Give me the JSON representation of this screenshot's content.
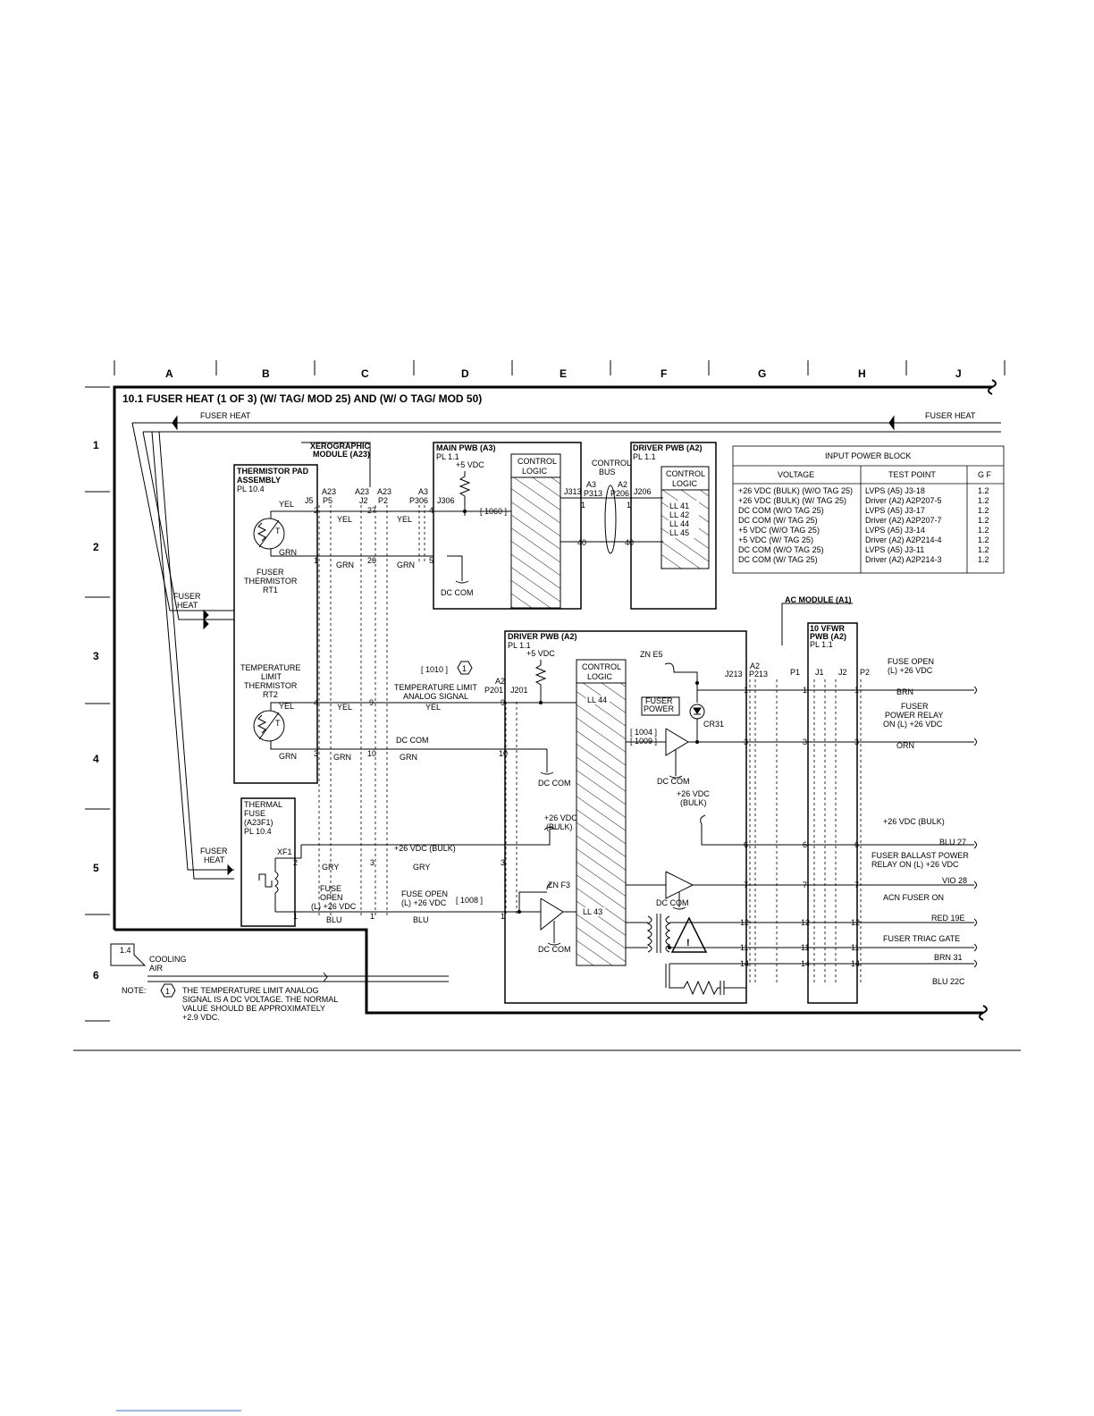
{
  "grid": {
    "columns": [
      "A",
      "B",
      "C",
      "D",
      "E",
      "F",
      "G",
      "H",
      "J"
    ],
    "rows": [
      "1",
      "2",
      "3",
      "4",
      "5",
      "6"
    ]
  },
  "title": "10.1  FUSER HEAT (1 OF 3) (W/ TAG/ MOD 25) AND (W/ O TAG/ MOD 50)",
  "labels": {
    "fuser_heat_left": "FUSER HEAT",
    "fuser_heat_right": "FUSER HEAT",
    "fuser_heat_mid1": "FUSER",
    "fuser_heat_mid2": "HEAT",
    "fuser_heat_low1": "FUSER",
    "fuser_heat_low2": "HEAT"
  },
  "xerographic": {
    "line1": "XEROGRAPHIC",
    "line2": "MODULE (A23)"
  },
  "thermistor_pad": {
    "line1": "THERMISTOR PAD",
    "line2": "ASSEMBLY",
    "pl": "PL 10.4",
    "rt1_1": "FUSER",
    "rt1_2": "THERMISTOR",
    "rt1_3": "RT1",
    "rt2_1": "TEMPERATURE",
    "rt2_2": "LIMIT",
    "rt2_3": "THERMISTOR",
    "rt2_4": "RT2",
    "t": "T"
  },
  "thermal_fuse": {
    "line1": "THERMAL",
    "line2": "FUSE",
    "line3": "(A23F1)",
    "pl": "PL 10.4",
    "xf1": "XF1"
  },
  "connectors": {
    "j5": "J5",
    "a23p5_1": "A23",
    "a23p5_2": "P5",
    "a23j2_1": "A23",
    "a23j2_2": "J2",
    "a23p2_1": "A23",
    "a23p2_2": "P2",
    "a3p306_1": "A3",
    "a3p306_2": "P306",
    "j306": "J306",
    "j313": "J313",
    "a3p313_1": "A3",
    "a3p313_2": "P313",
    "a2p206_1": "A2",
    "a2p206_2": "P206",
    "j206": "J206",
    "a2p201_1": "A2",
    "a2p201_2": "P201",
    "j201": "J201",
    "j213": "J213",
    "a2p213_1": "A2",
    "a2p213_2": "P213",
    "p1": "P1",
    "j1": "J1",
    "j2": "J2",
    "p2": "P2"
  },
  "main_pwb": {
    "line1": "MAIN PWB (A3)",
    "pl": "PL 1.1",
    "vdc": "+5 VDC",
    "ref": "[ 1060 ]",
    "dc_com": "DC COM",
    "cl1": "CONTROL",
    "cl2": "LOGIC"
  },
  "control_bus": {
    "line1": "CONTROL",
    "line2": "BUS"
  },
  "driver_pwb_top": {
    "line1": "DRIVER PWB (A2)",
    "pl": "PL 1.1",
    "cl1": "CONTROL",
    "cl2": "LOGIC",
    "ll41": "LL 41",
    "ll42": "LL 42",
    "ll44": "LL 44",
    "ll45": "LL 45"
  },
  "pins": {
    "p2a": "2",
    "p1a": "1",
    "p27": "27",
    "p26": "26",
    "p4a": "4",
    "p5a": "5",
    "p1b": "1",
    "p40a": "40",
    "p1c": "1",
    "p40b": "40",
    "p4b": "4",
    "p3b": "3",
    "p9a": "9",
    "p10a": "10",
    "p9b": "9",
    "p10b": "10",
    "p2c": "2",
    "p1d": "1",
    "p3c": "3",
    "p1e": "1",
    "p3d": "3",
    "p1f": "1",
    "r1a": "1",
    "r1b": "1",
    "r1c": "1",
    "r3a": "3",
    "r3b": "3",
    "r3c": "3",
    "r6a": "6",
    "r6b": "6",
    "r6c": "6",
    "r7a": "7",
    "r7b": "7",
    "r7c": "7",
    "r12a": "12",
    "r12b": "12",
    "r12c": "12",
    "r11a": "11",
    "r11b": "11",
    "r11c": "11",
    "r14a": "14",
    "r14b": "14",
    "r14c": "14"
  },
  "wires": {
    "yel1": "YEL",
    "yel2": "YEL",
    "yel3": "YEL",
    "grn1": "GRN",
    "grn2": "GRN",
    "grn3": "GRN",
    "yel4": "YEL",
    "yel5": "YEL",
    "yel6": "YEL",
    "grn4": "GRN",
    "grn5": "GRN",
    "grn6": "GRN",
    "gry1": "GRY",
    "gry2": "GRY",
    "blu1": "BLU",
    "blu2": "BLU"
  },
  "signals": {
    "ref1010": "[ 1010 ]",
    "note1": "1",
    "tl1": "TEMPERATURE LIMIT",
    "tl2": "ANALOG SIGNAL",
    "dccom1": "DC COM",
    "dccom2": "DC COM",
    "vdc26bulk": "+26 VDC (BULK)",
    "fo1": "FUSE",
    "fo2": "OPEN",
    "fo3": "(L) +26 VDC",
    "fo4": "FUSE OPEN",
    "fo5": "(L) +26 VDC",
    "ref1008": "[ 1008 ]"
  },
  "driver_pwb_bottom": {
    "line1": "DRIVER PWB (A2)",
    "pl": "PL 1.1",
    "vdc": "+5 VDC",
    "cl1": "CONTROL",
    "cl2": "LOGIC",
    "ll44": "LL 44",
    "ll43": "LL 43",
    "dccom": "DC COM",
    "vdc26_1": "+26 VDC",
    "vdc26_2": "(BULK)",
    "zne5": "ZN E5",
    "fp1": "FUSER",
    "fp2": "POWER",
    "cr31": "CR31",
    "ref1004": "[ 1004 ]",
    "ref1009": "[ 1009 ]",
    "dccom2": "DC COM",
    "vdc26b_1": "+26 VDC",
    "vdc26b_2": "(BULK)",
    "znf3": "ZN F3",
    "dccom3": "DC COM",
    "dccom4": "DC COM",
    "warn": "!"
  },
  "ac_module": {
    "line1": "AC MODULE (A1)",
    "vf1": "10 VFWR",
    "vf2": "PWB (A2)",
    "pl": "PL 1.1"
  },
  "outputs": {
    "o1a": "FUSE OPEN",
    "o1b": "(L) +26 VDC",
    "o1c": "BRN",
    "o2a": "FUSER",
    "o2b": "POWER RELAY",
    "o2c": "ON (L) +26 VDC",
    "o2d": "ORN",
    "o3a": "+26 VDC (BULK)",
    "o3b": "BLU  27",
    "o4a": "FUSER BALLAST POWER",
    "o4b": "RELAY ON (L) +26 VDC",
    "o4c": "VIO  28",
    "o5a": "ACN FUSER ON",
    "o5b": "RED  19E",
    "o6a": "FUSER TRIAC GATE",
    "o6b": "BRN  31",
    "o6c": "BLU  22C"
  },
  "power_block": {
    "title": "INPUT POWER BLOCK",
    "headers": [
      "VOLTAGE",
      "TEST POINT",
      "G F"
    ],
    "rows": [
      [
        "+26 VDC (BULK) (W/O TAG 25)",
        "LVPS (A5) J3-18",
        "1.2"
      ],
      [
        "+26 VDC (BULK) (W/ TAG 25)",
        "Driver (A2) A2P207-5",
        "1.2"
      ],
      [
        "DC COM (W/O TAG 25)",
        "LVPS (A5) J3-17",
        "1.2"
      ],
      [
        "DC COM (W/ TAG 25)",
        "Driver (A2) A2P207-7",
        "1.2"
      ],
      [
        "+5 VDC (W/O TAG 25)",
        "LVPS (A5) J3-14",
        "1.2"
      ],
      [
        "+5 VDC (W/ TAG 25)",
        "Driver (A2) A2P214-4",
        "1.2"
      ],
      [
        "DC COM (W/O TAG 25)",
        "LVPS (A5) J3-11",
        "1.2"
      ],
      [
        "DC COM (W/ TAG 25)",
        "Driver (A2) A2P214-3",
        "1.2"
      ]
    ]
  },
  "cooling": {
    "ref": "1.4",
    "line1": "COOLING",
    "line2": "AIR"
  },
  "note": {
    "label": "NOTE:",
    "num": "1",
    "line1": "THE TEMPERATURE LIMIT ANALOG",
    "line2": "SIGNAL IS A DC VOLTAGE.  THE NORMAL",
    "line3": "VALUE SHOULD BE APPROXIMATELY",
    "line4": "+2.9 VDC."
  }
}
